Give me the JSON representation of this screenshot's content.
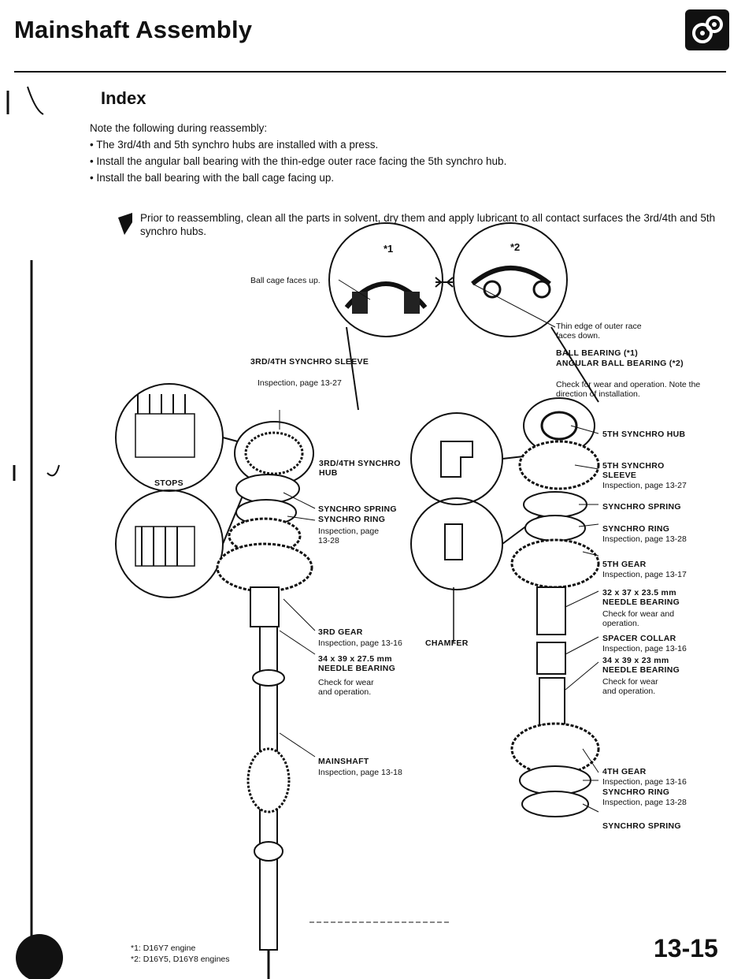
{
  "header": {
    "title": "Mainshaft Assembly",
    "section_title": "Index"
  },
  "intro": {
    "lead": "Note the following during reassembly:",
    "bullets": [
      "The 3rd/4th and 5th synchro hubs are installed with a press.",
      "Install the angular ball bearing with the thin-edge outer race facing the 5th synchro hub.",
      "Install the ball bearing with the ball cage facing up."
    ],
    "tip": "Prior to reassembling, clean all the parts in solvent, dry them and apply lubricant to all contact surfaces the 3rd/4th and 5th synchro hubs."
  },
  "detail": {
    "marker1": "*1",
    "marker2": "*2",
    "ball_cage": "Ball cage faces up.",
    "thin_edge": "Thin edge of outer race faces down.",
    "bearing_1": "BALL BEARING (*1)",
    "bearing_2": "ANGULAR BALL BEARING (*2)",
    "bearing_check": "Check for wear and operation. Note the direction of installation."
  },
  "left_labels": {
    "sleeve": "3RD/4TH SYNCHRO SLEEVE",
    "sleeve_insp": "Inspection, page 13-27",
    "stops": "STOPS",
    "hub": "3RD/4TH SYNCHRO HUB",
    "spring": "SYNCHRO SPRING",
    "ring": "SYNCHRO RING",
    "ring_insp": "Inspection, page 13-28",
    "gear3": "3RD GEAR",
    "gear3_insp": "Inspection, page 13-16",
    "needle": "34 x 39 x 27.5 mm NEEDLE BEARING",
    "needle_check": "Check for wear and operation.",
    "mainshaft": "MAINSHAFT",
    "mainshaft_insp": "Inspection, page 13-18",
    "chamfer": "CHAMFER"
  },
  "right_labels": {
    "hub5": "5TH SYNCHRO HUB",
    "sleeve5": "5TH SYNCHRO SLEEVE",
    "sleeve5_insp": "Inspection, page 13-27",
    "spring": "SYNCHRO SPRING",
    "ring": "SYNCHRO RING",
    "ring_insp": "Inspection, page 13-28",
    "gear5": "5TH GEAR",
    "gear5_insp": "Inspection, page 13-17",
    "needle32": "32 x 37 x 23.5 mm NEEDLE BEARING",
    "needle32_check": "Check for wear and operation.",
    "collar": "SPACER COLLAR",
    "collar_insp": "Inspection, page 13-16",
    "needle34": "34 x 39 x 23 mm NEEDLE BEARING",
    "needle34_check": "Check for wear and operation.",
    "gear4": "4TH GEAR",
    "gear4_insp": "Inspection, page 13-16",
    "ring2": "SYNCHRO RING",
    "ring2_insp": "Inspection, page 13-28",
    "spring2": "SYNCHRO SPRING"
  },
  "footnotes": {
    "n1": "*1: D16Y7 engine",
    "n2": "*2: D16Y5, D16Y8 engines"
  },
  "page_number": "13-15"
}
